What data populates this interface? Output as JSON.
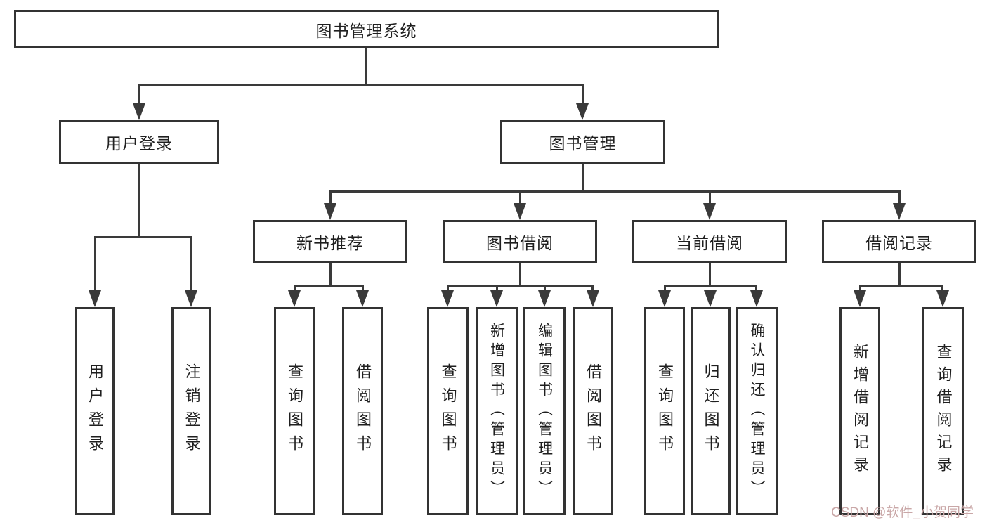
{
  "tree": {
    "root": {
      "label": "图书管理系统",
      "children": [
        {
          "label": "用户登录",
          "children": [
            {
              "label": "用户登录"
            },
            {
              "label": "注销登录"
            }
          ]
        },
        {
          "label": "图书管理",
          "children": [
            {
              "label": "新书推荐",
              "children": [
                {
                  "label": "查询图书"
                },
                {
                  "label": "借阅图书"
                }
              ]
            },
            {
              "label": "图书借阅",
              "children": [
                {
                  "label": "查询图书"
                },
                {
                  "label": "新增图书（管理员）"
                },
                {
                  "label": "编辑图书（管理员）"
                },
                {
                  "label": "借阅图书"
                }
              ]
            },
            {
              "label": "当前借阅",
              "children": [
                {
                  "label": "查询图书"
                },
                {
                  "label": "归还图书"
                },
                {
                  "label": "确认归还（管理员）"
                }
              ]
            },
            {
              "label": "借阅记录",
              "children": [
                {
                  "label": "新增借阅记录"
                },
                {
                  "label": "查询借阅记录"
                }
              ]
            }
          ]
        }
      ]
    }
  },
  "watermark": {
    "text": "CSDN @软件_小贺同学"
  },
  "colors": {
    "background": "#ffffff",
    "line": "#3a3a3a",
    "box_border": "#333333",
    "text": "#1f1f1f",
    "watermark": "#c9a7a7"
  }
}
